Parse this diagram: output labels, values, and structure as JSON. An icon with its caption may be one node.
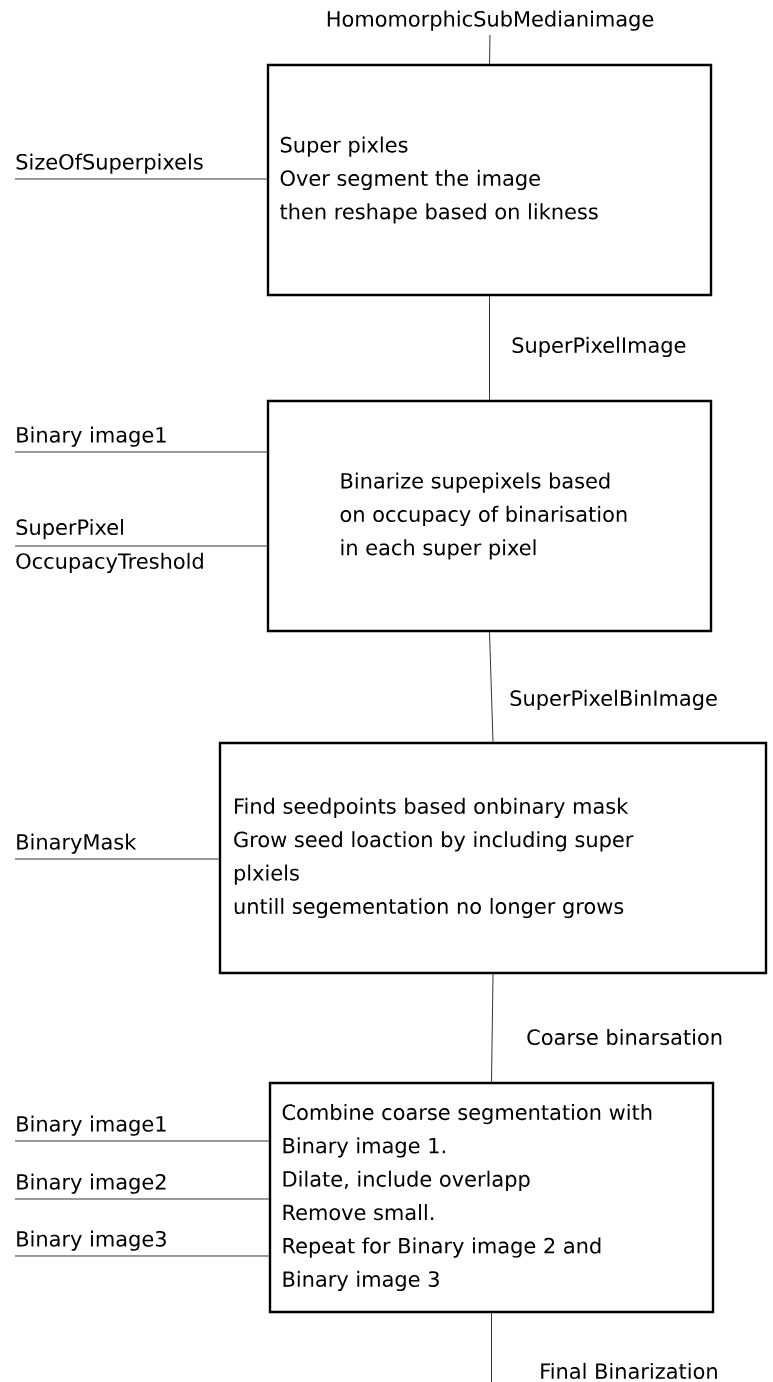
{
  "diagram": {
    "nodes": [
      {
        "text": [
          "HomomorphicSubMedianimage"
        ]
      },
      {
        "text": [
          "SizeOfSuperpixels"
        ]
      },
      {
        "text": [
          "Super pixles",
          "Over segment the image",
          "then reshape based on likness"
        ]
      },
      {
        "text": [
          "Binary image1"
        ]
      },
      {
        "text": [
          "SuperPixel OccupacyTreshold"
        ]
      },
      {
        "text": [
          "Binarize supepixels based on occupacy of binarisation in each super pixel"
        ]
      },
      {
        "text": [
          "BinaryMask"
        ]
      },
      {
        "text": [
          "Find seedpoints based onbinary mask",
          "Grow seed loaction by including super plxiels",
          "untill segementation no longer grows"
        ]
      },
      {
        "text": [
          "Binary image1"
        ]
      },
      {
        "text": [
          "Binary image2"
        ]
      },
      {
        "text": [
          "Binary image3"
        ]
      },
      {
        "text": [
          "Combine coarse segmentation with Binary image 1.",
          "Dilate, include overlapp",
          "Remove small.",
          "Repeat for Binary image 2 and Binary image 3"
        ]
      }
    ],
    "edges": [
      {
        "from": 0,
        "to": 2,
        "arrow": "none"
      },
      {
        "from": 1,
        "to": 2,
        "arrow": "none"
      },
      {
        "from": 2,
        "to": 5,
        "arrow": "none",
        "label": "SuperPixelImage"
      },
      {
        "from": 3,
        "to": 5,
        "arrow": "none"
      },
      {
        "from": 4,
        "to": 5,
        "arrow": "none"
      },
      {
        "from": 5,
        "to": 7,
        "arrow": "none",
        "label": "SuperPixelBinImage"
      },
      {
        "from": 6,
        "to": 7,
        "arrow": "none"
      },
      {
        "from": 7,
        "to": 11,
        "arrow": "none",
        "label": "Coarse binarsation"
      },
      {
        "from": 8,
        "to": 11,
        "arrow": "none"
      },
      {
        "from": 9,
        "to": 11,
        "arrow": "none"
      },
      {
        "from": 10,
        "to": 11,
        "arrow": "none"
      },
      {
        "from": 11,
        "to": null,
        "arrow": "none",
        "label": "Final Binarization"
      }
    ]
  }
}
